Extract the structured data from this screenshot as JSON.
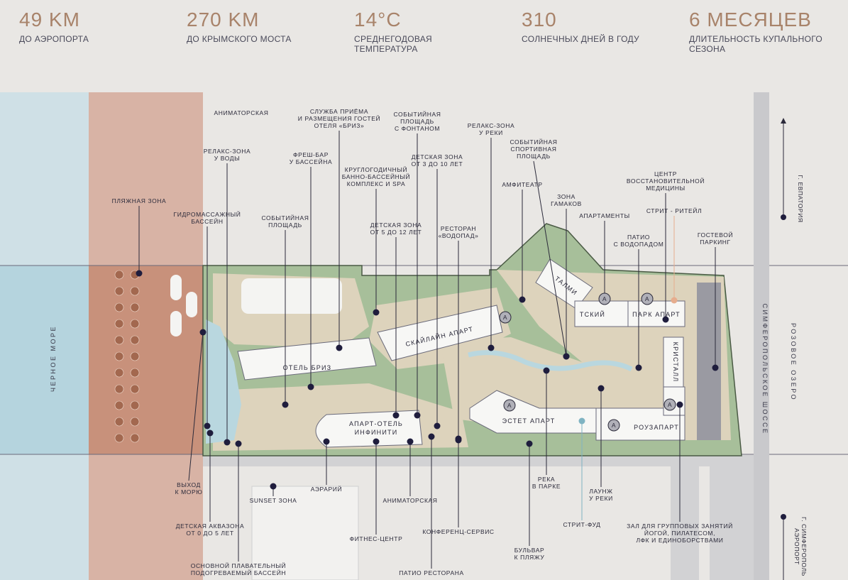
{
  "stats": [
    {
      "value": "49 KM",
      "label": [
        "ДО АЭРОПОРТА"
      ]
    },
    {
      "value": "270 KM",
      "label": [
        "ДО КРЫМСКОГО МОСТА"
      ]
    },
    {
      "value": "14°C",
      "label": [
        "СРЕДНЕГОДОВАЯ",
        "ТЕМПЕРАТУРА"
      ]
    },
    {
      "value": "310",
      "label": [
        "СОЛНЕЧНЫХ ДНЕЙ В ГОДУ"
      ]
    },
    {
      "value": "6 МЕСЯЦЕВ",
      "label": [
        "ДЛИТЕЛЬНОСТЬ КУПАЛЬНОГО",
        "СЕЗОНА"
      ]
    }
  ],
  "sea": "ЧЕРНОЕ МОРЕ",
  "lake": "РОЗОВОЕ ОЗЕРО",
  "highway": "СИМФЕРОПОЛЬСКОЕ ШОССЕ",
  "dir_evpatoria": "Г. ЕВПАТОРИЯ",
  "dir_simferopol": [
    "Г. СИМФЕРОПОЛЬ",
    "АЭРОПОРТ"
  ],
  "buildings": {
    "skyline": "СКАЙЛАЙН АПАРТ",
    "breeze": "ОТЕЛЬ БРИЗ",
    "infiniti": [
      "АПАРТ-ОТЕЛЬ",
      "ИНФИНИТИ"
    ],
    "talmi": "ТАЛМИ",
    "tsky": "ТСКИЙ",
    "park": "ПАРК АПАРТ",
    "kristall": "КРИСТАЛЛ",
    "estet": "ЭСТЕТ АПАРТ",
    "rouz": "РОУЗАПАРТ"
  },
  "labels_top": [
    [
      "АНИМАТОРСКАЯ"
    ],
    [
      "СЛУЖБА ПРИЁМА",
      "И РАЗМЕЩЕНИЯ ГОСТЕЙ",
      "ОТЕЛЯ «БРИЗ»"
    ],
    [
      "СОБЫТИЙНАЯ",
      "ПЛОЩАДЬ",
      "С ФОНТАНОМ"
    ],
    [
      "РЕЛАКС-ЗОНА",
      "У РЕКИ"
    ],
    [
      "СОБЫТИЙНАЯ",
      "СПОРТИВНАЯ",
      "ПЛОЩАДЬ"
    ],
    [
      "РЕЛАКС-ЗОНА",
      "У ВОДЫ"
    ],
    [
      "ФРЕШ-БАР",
      "У БАССЕЙНА"
    ],
    [
      "ДЕТСКАЯ ЗОНА",
      "ОТ 3 ДО 10 ЛЕТ"
    ],
    [
      "КРУГЛОГОДИЧНЫЙ",
      "БАННО-БАССЕЙНЫЙ",
      "КОМПЛЕКС И SPA"
    ],
    [
      "ЦЕНТР",
      "ВОССТАНОВИТЕЛЬНОЙ",
      "МЕДИЦИНЫ"
    ],
    [
      "АМФИТЕАТР"
    ],
    [
      "ПЛЯЖНАЯ ЗОНА"
    ],
    [
      "ЗОНА",
      "ГАМАКОВ"
    ],
    [
      "ГИДРОМАССАЖНЫЙ",
      "БАССЕЙН"
    ],
    [
      "СТРИТ - РИТЕЙЛ"
    ],
    [
      "АПАРТАМЕНТЫ"
    ],
    [
      "СОБЫТИЙНАЯ",
      "ПЛОЩАДЬ"
    ],
    [
      "ДЕТСКАЯ ЗОНА",
      "ОТ 5 ДО 12 ЛЕТ"
    ],
    [
      "РЕСТОРАН",
      "«ВОДОПАД»"
    ],
    [
      "ПАТИО",
      "С ВОДОПАДОМ"
    ],
    [
      "ГОСТЕВОЙ",
      "ПАРКИНГ"
    ]
  ],
  "labels_bottom": [
    [
      "ВЫХОД",
      "К МОРЮ"
    ],
    [
      "АЭРАРИЙ"
    ],
    [
      "SUNSET ЗОНА"
    ],
    [
      "АНИМАТОРСКАЯ"
    ],
    [
      "РЕКА",
      "В ПАРКЕ"
    ],
    [
      "ЛАУНЖ",
      "У РЕКИ"
    ],
    [
      "СТРИТ-ФУД"
    ],
    [
      "ДЕТСКАЯ АКВАЗОНА",
      "ОТ 0 ДО 5 ЛЕТ"
    ],
    [
      "ФИТНЕС-ЦЕНТР"
    ],
    [
      "КОНФЕРЕНЦ-СЕРВИС"
    ],
    [
      "БУЛЬВАР",
      "К ПЛЯЖУ"
    ],
    [
      "ЗАЛ ДЛЯ ГРУППОВЫХ ЗАНЯТИЙ",
      "ЙОГОЙ, ПИЛАТЕСОМ,",
      "ЛФК И ЕДИНОБОРСТВАМИ"
    ],
    [
      "ОСНОВНОЙ ПЛАВАТЕЛЬНЫЙ",
      "ПОДОГРЕВАЕМЫЙ БАССЕЙН"
    ],
    [
      "ПАТИО РЕСТОРАНА"
    ]
  ],
  "marker_letter": "A",
  "colors": {
    "accent": "#a8836a",
    "sea": "#b5d4de",
    "beach": "#c8917b",
    "green": "#a7bf9a",
    "plaza": "#ddd3bc",
    "dot": "#1f1d3d",
    "retail": "#e6ad8e",
    "food": "#7fb3c2"
  }
}
